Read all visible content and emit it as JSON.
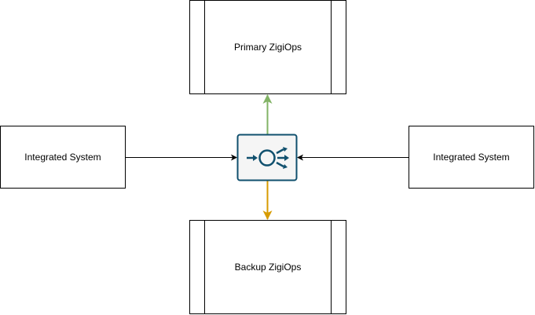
{
  "nodes": {
    "primary": {
      "label": "Primary ZigiOps"
    },
    "backup": {
      "label": "Backup ZigiOps"
    },
    "left": {
      "label": "Integrated System"
    },
    "right": {
      "label": "Integrated System"
    },
    "balancer": {
      "icon": "load-balancer-icon"
    }
  },
  "colors": {
    "primary_arrow": "#82b366",
    "backup_arrow": "#d79b00",
    "balancer_border": "#10506e",
    "balancer_fill": "#f5f5f5"
  }
}
